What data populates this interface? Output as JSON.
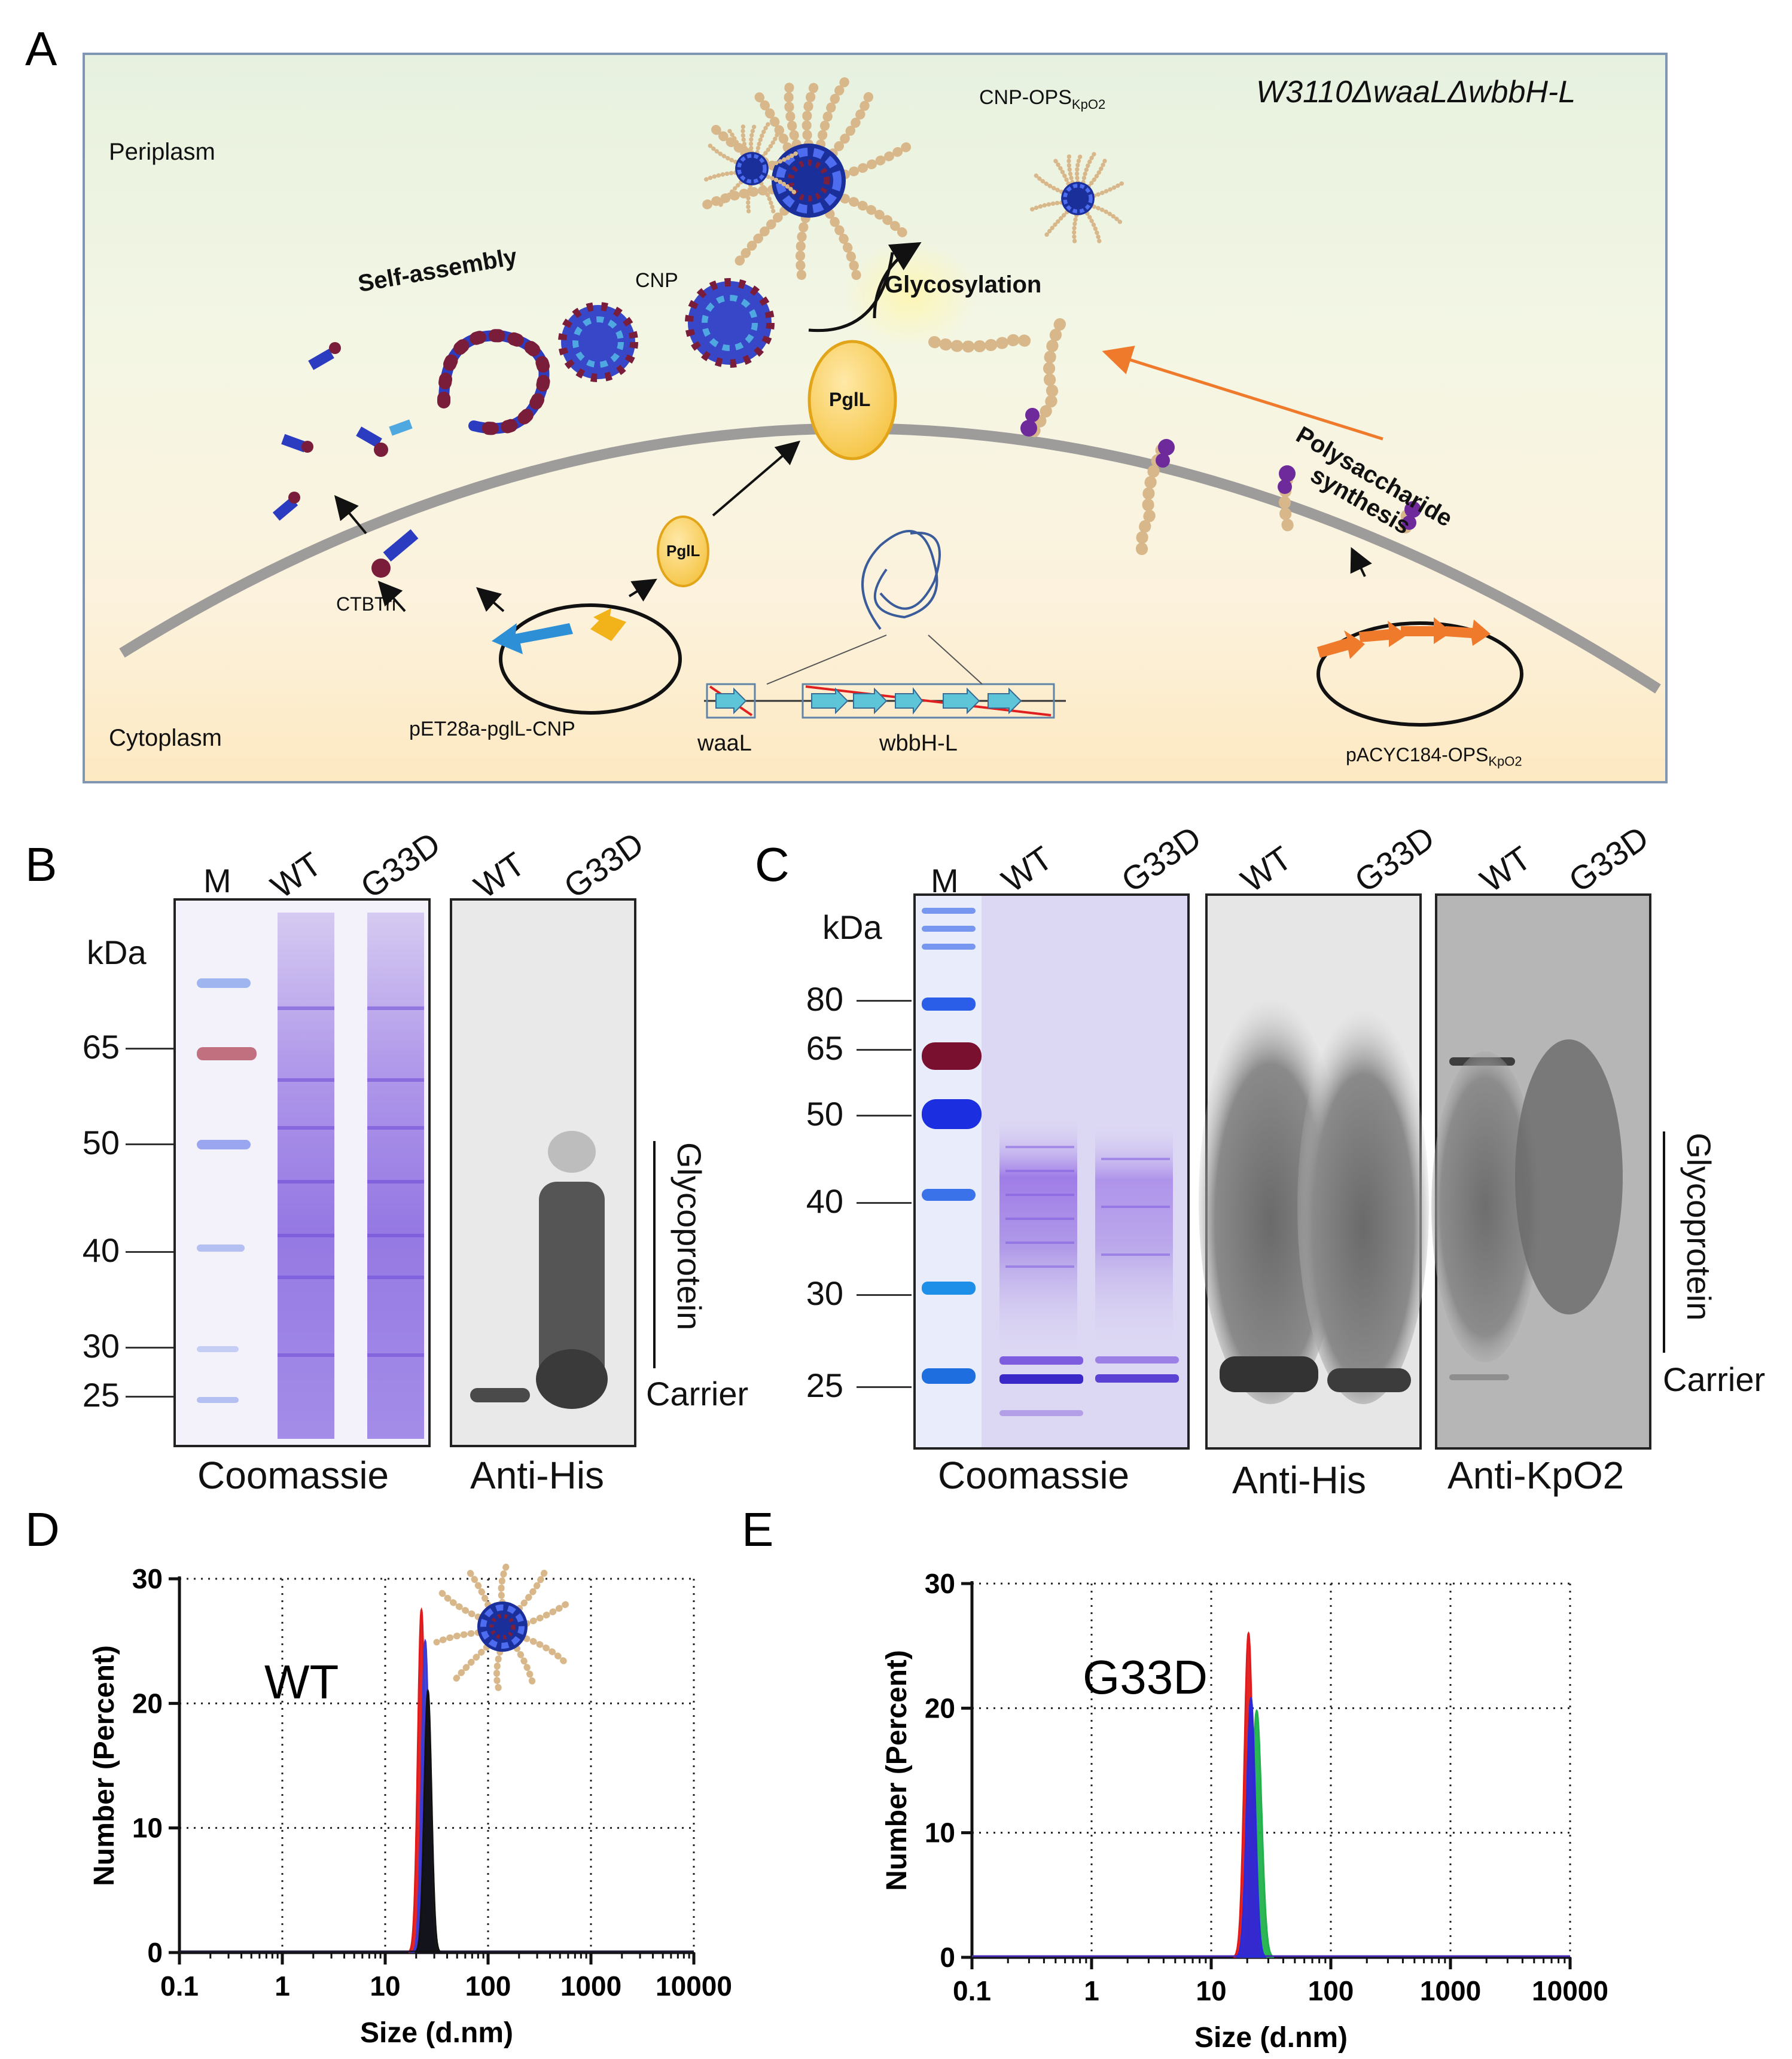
{
  "panels": {
    "a": {
      "letter": "A"
    },
    "b": {
      "letter": "B"
    },
    "c": {
      "letter": "C"
    },
    "d": {
      "letter": "D"
    },
    "e": {
      "letter": "E"
    }
  },
  "schematic": {
    "strain": "W3110ΔwaaLΔwbbH-L",
    "periplasm": "Periplasm",
    "cytoplasm": "Cytoplasm",
    "cnp_ops": "CNP-OPS",
    "cnp_ops_sub": "KpO2",
    "self_assembly": "Self-assembly",
    "cnp": "CNP",
    "glycosylation": "Glycosylation",
    "pgll": "PglL",
    "polysaccharide_1": "Polysaccharide",
    "polysaccharide_2": "synthesis",
    "ctbtri": "CTBTri",
    "pet28a": "pET28a-pglL-CNP",
    "waal": "waaL",
    "wbbhl": "wbbH-L",
    "pacyc": "pACYC184-OPS",
    "pacyc_sub": "KpO2"
  },
  "gel_b": {
    "lanes": [
      "M",
      "WT",
      "G33D",
      "WT",
      "G33D"
    ],
    "kda_label": "kDa",
    "markers": [
      "65",
      "50",
      "40",
      "30",
      "25"
    ],
    "glycoprotein": "Glycoprotein",
    "carrier": "Carrier",
    "caption_left": "Coomassie",
    "caption_right": "Anti-His"
  },
  "gel_c": {
    "lanes": [
      "M",
      "WT",
      "G33D",
      "WT",
      "G33D",
      "WT",
      "G33D"
    ],
    "kda_label": "kDa",
    "markers": [
      "80",
      "65",
      "50",
      "40",
      "30",
      "25"
    ],
    "glycoprotein": "Glycoprotein",
    "carrier": "Carrier",
    "caption_1": "Coomassie",
    "caption_2": "Anti-His",
    "caption_3": "Anti-KpO2"
  },
  "chart_data": [
    {
      "type": "line",
      "panel": "D",
      "annotation": "WT",
      "xlabel": "Size (d.nm)",
      "ylabel": "Number (Percent)",
      "x_scale": "log",
      "xlim": [
        0.1,
        10000
      ],
      "ylim": [
        0,
        30
      ],
      "x_ticks": [
        "0.1",
        "1",
        "10",
        "100",
        "1000",
        "10000"
      ],
      "y_ticks": [
        "0",
        "10",
        "20",
        "30"
      ],
      "grid": true,
      "series": [
        {
          "color": "#e11b1b",
          "peak_x": 22.5,
          "peak_y": 27.5,
          "width_log": 0.035
        },
        {
          "color": "#3b3bd6",
          "peak_x": 24.5,
          "peak_y": 25.0,
          "width_log": 0.035
        },
        {
          "color": "#111111",
          "peak_x": 26.0,
          "peak_y": 21.0,
          "width_log": 0.035
        }
      ]
    },
    {
      "type": "line",
      "panel": "E",
      "annotation": "G33D",
      "xlabel": "Size (d.nm)",
      "ylabel": "Number (Percent)",
      "x_scale": "log",
      "xlim": [
        0.1,
        10000
      ],
      "ylim": [
        0,
        30
      ],
      "x_ticks": [
        "0.1",
        "1",
        "10",
        "100",
        "1000",
        "10000"
      ],
      "y_ticks": [
        "0",
        "10",
        "20",
        "30"
      ],
      "grid": true,
      "series": [
        {
          "color": "#22b24c",
          "peak_x": 24.0,
          "peak_y": 19.8,
          "width_log": 0.04
        },
        {
          "color": "#e11b1b",
          "peak_x": 20.5,
          "peak_y": 26.0,
          "width_log": 0.035
        },
        {
          "color": "#2a2ad8",
          "peak_x": 21.5,
          "peak_y": 20.8,
          "width_log": 0.035
        }
      ]
    }
  ]
}
